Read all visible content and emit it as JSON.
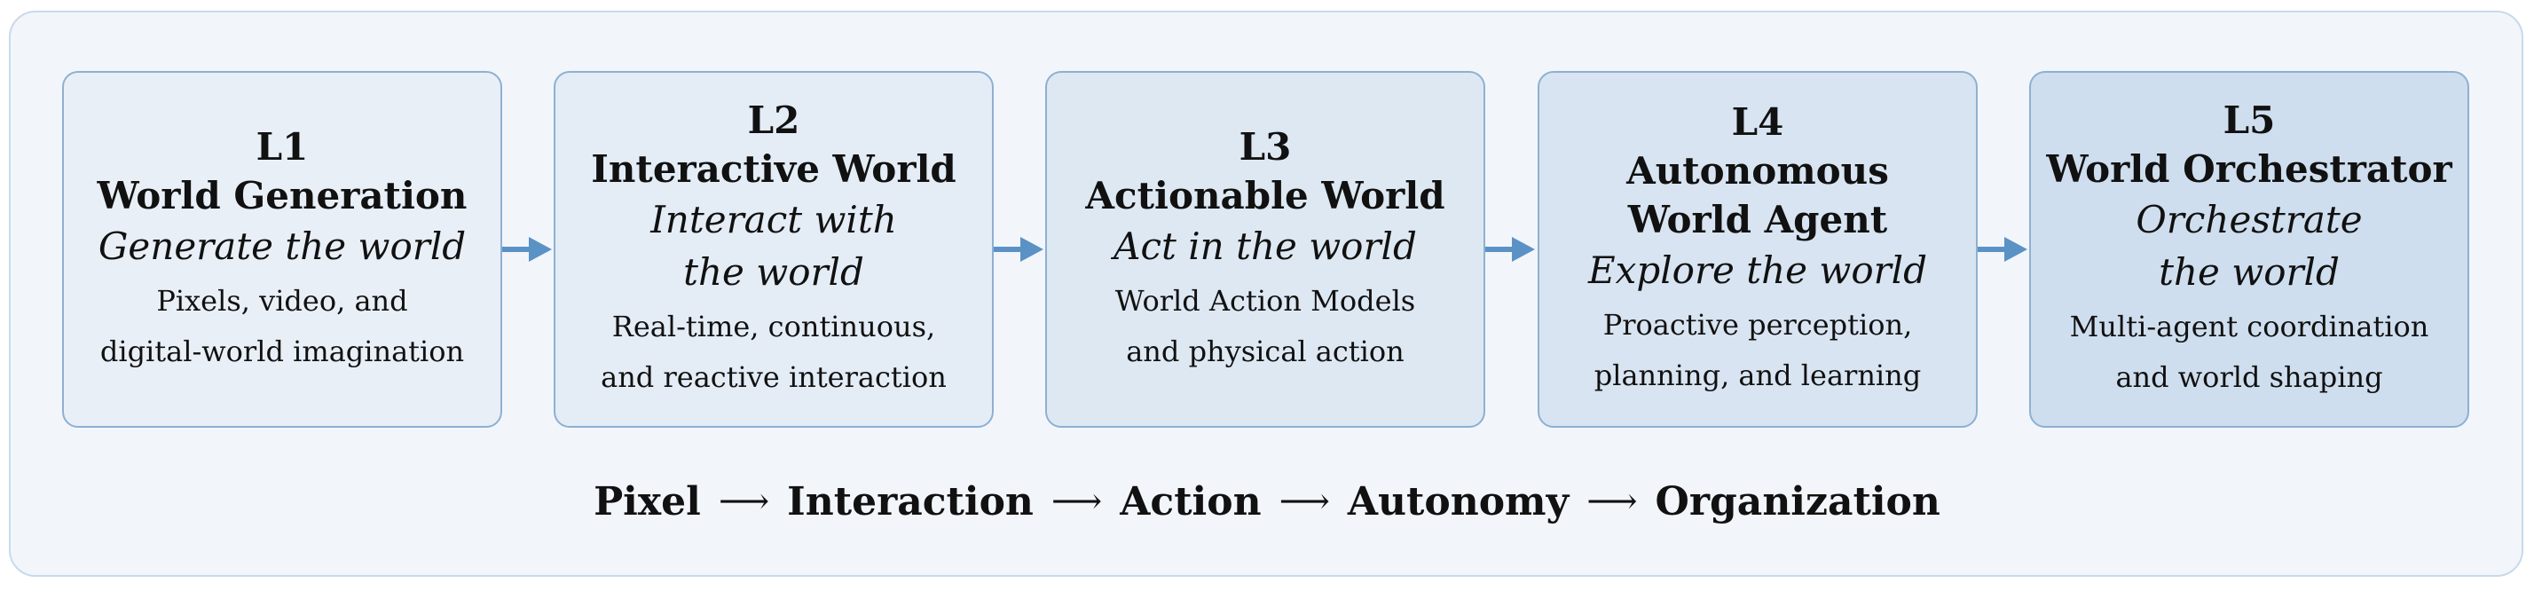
{
  "levels": [
    {
      "level": "L1",
      "title": "World Generation",
      "tagline": "Generate the world",
      "description": "Pixels, video, and\ndigital-world imagination"
    },
    {
      "level": "L2",
      "title": "Interactive World",
      "tagline": "Interact with\nthe world",
      "description": "Real-time, continuous,\nand reactive interaction"
    },
    {
      "level": "L3",
      "title": "Actionable World",
      "tagline": "Act in the world",
      "description": "World Action Models\nand physical action"
    },
    {
      "level": "L4",
      "title": "Autonomous\nWorld Agent",
      "tagline": "Explore the world",
      "description": "Proactive perception,\nplanning, and learning"
    },
    {
      "level": "L5",
      "title": "World Orchestrator",
      "tagline": "Orchestrate\nthe world",
      "description": "Multi-agent coordination\nand world shaping"
    }
  ],
  "progression": [
    "Pixel",
    "Interaction",
    "Action",
    "Autonomy",
    "Organization"
  ],
  "progression_arrow": "⟶",
  "colors": {
    "panel_bg": "#f2f6fb",
    "box_border": "#8db0d2",
    "arrow": "#5a92c6",
    "box_fills": [
      "#e9eff7",
      "#e4ecf6",
      "#dee8f3",
      "#d8e4f1",
      "#cfdeee"
    ]
  }
}
